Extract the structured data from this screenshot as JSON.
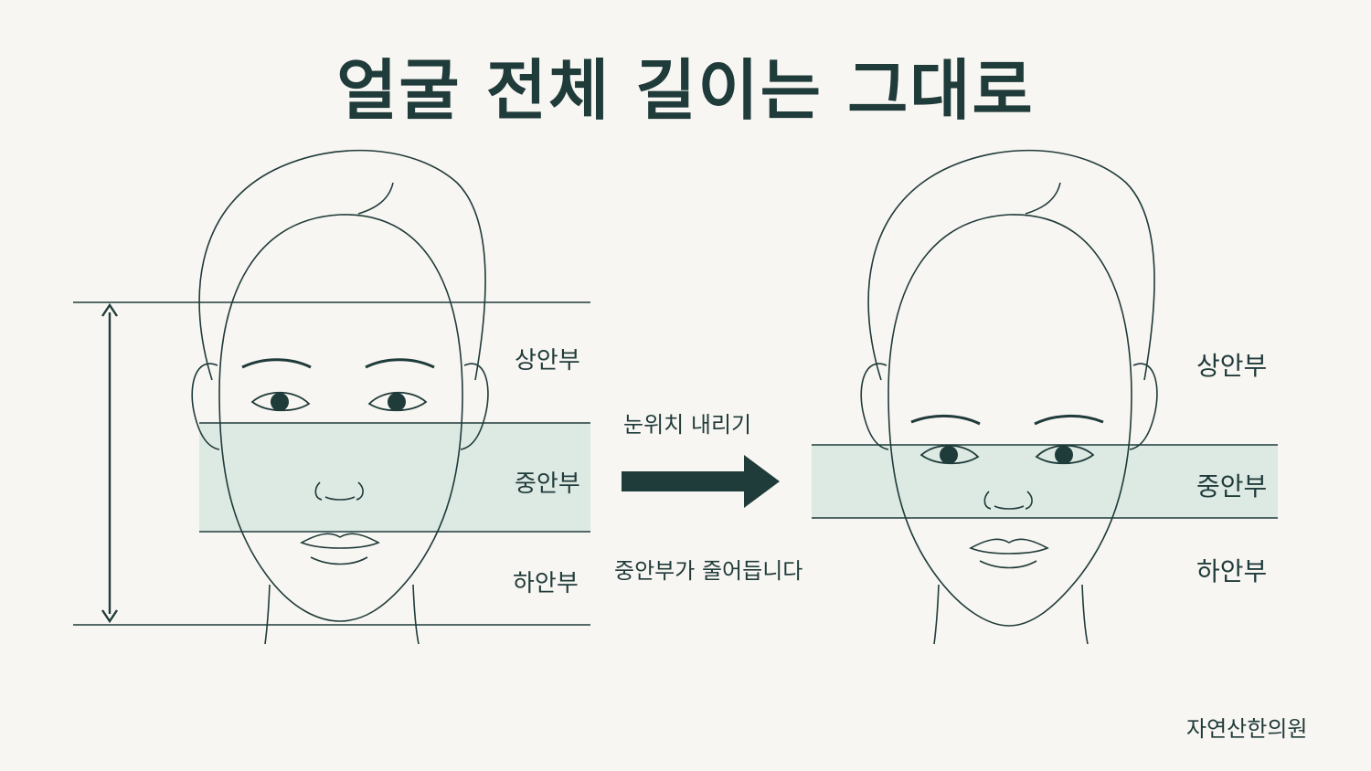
{
  "title": "얼굴 전체 길이는 그대로",
  "before": {
    "upper_label": "상안부",
    "middle_label": "중안부",
    "lower_label": "하안부"
  },
  "after": {
    "upper_label": "상안부",
    "middle_label": "중안부",
    "lower_label": "하안부"
  },
  "arrow": {
    "top_caption": "눈위치 내리기",
    "bottom_caption": "중안부가 줄어듭니다"
  },
  "brand": "자연산한의원",
  "colors": {
    "background": "#f8f6f2",
    "ink": "#1f3b3a",
    "highlight": "#dde9e3"
  }
}
